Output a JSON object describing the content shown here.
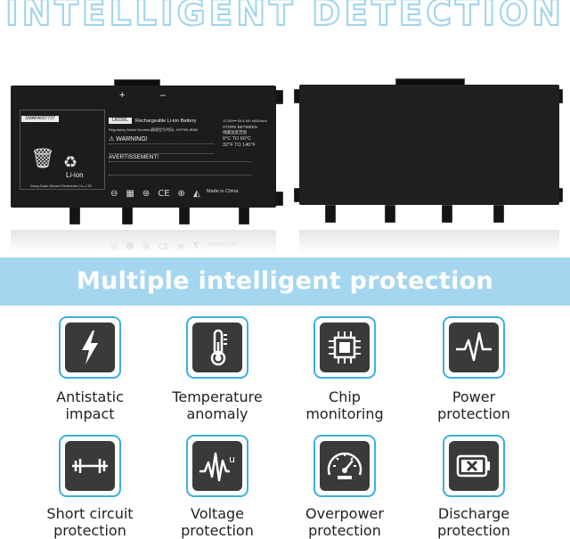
{
  "headline": "INTELLIGENT DETECTION",
  "battery_front": {
    "plus": "+",
    "minus": "–",
    "model": "LK03XL",
    "title": "Rechargeable Li-ion Battery",
    "regulatory": "Regulatory Model Number(稳规型号代码): HSTNN-IB8M",
    "warning": "⚠ WARNING!",
    "warning_fr": "AVERTISSEMENT!",
    "sticker": "SMAFA007737",
    "manufacturer": "Dong Guan Siman Electronics Co.,LTD",
    "specs": "11.55V⎓ 55.8 Wh  4835mAh",
    "store": "STORE BETWEEN",
    "store_cn": "储藏温度范围",
    "temp_c": "0°C TO 60°C",
    "temp_f": "32°F TO 140°F",
    "li_ion": "Li-ion",
    "made_in": "Made in China",
    "reflection_made_in": "Made in China"
  },
  "banner": "Multiple intelligent protection",
  "features": [
    {
      "label_1": "Antistatic",
      "label_2": "impact",
      "icon": "lightning-bolt-icon"
    },
    {
      "label_1": "Temperature",
      "label_2": "anomaly",
      "icon": "thermometer-icon"
    },
    {
      "label_1": "Chip",
      "label_2": "monitoring",
      "icon": "chip-icon"
    },
    {
      "label_1": "Power",
      "label_2": "protection",
      "icon": "pulse-icon"
    },
    {
      "label_1": "Short circuit",
      "label_2": "protection",
      "icon": "short-circuit-icon"
    },
    {
      "label_1": "Voltage",
      "label_2": "protection",
      "icon": "voltage-wave-icon"
    },
    {
      "label_1": "Overpower",
      "label_2": "protection",
      "icon": "gauge-icon"
    },
    {
      "label_1": "Discharge",
      "label_2": "protection",
      "icon": "battery-x-icon"
    }
  ],
  "colors": {
    "accent": "#3bb0de",
    "banner": "#a5d6ef",
    "icon_fill": "#3a3a3a",
    "battery": "#1c1c1c"
  }
}
